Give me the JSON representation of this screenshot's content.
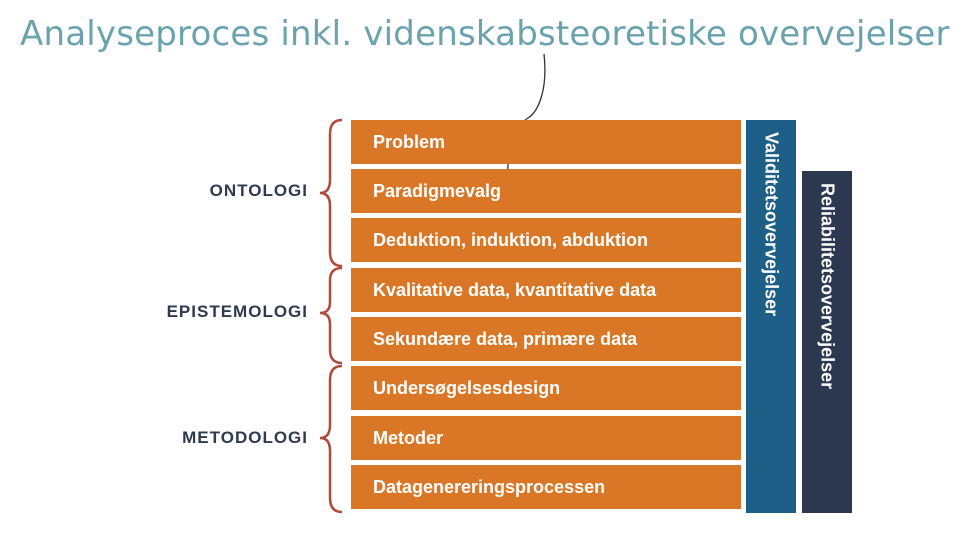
{
  "title": "Analyseproces inkl. videnskabsteoretiske overvejelser",
  "groups": [
    {
      "label": "ONTOLOGI"
    },
    {
      "label": "EPISTEMOLOGI"
    },
    {
      "label": "METODOLOGI"
    }
  ],
  "steps": [
    {
      "label": "Problem"
    },
    {
      "label": "Paradigmevalg"
    },
    {
      "label": "Deduktion, induktion, abduktion"
    },
    {
      "label": "Kvalitative data, kvantitative data"
    },
    {
      "label": "Sekundære data, primære data"
    },
    {
      "label": "Undersøgelsesdesign"
    },
    {
      "label": "Metoder"
    },
    {
      "label": "Datagenereringsprocessen"
    }
  ],
  "side_boxes": {
    "validity": "Validitetsovervejelser",
    "reliability": "Reliabilitetsovervejelser"
  },
  "colors": {
    "title": "#6aa3ae",
    "step_fill": "#d97726",
    "validity_fill": "#1e5f87",
    "reliability_fill": "#2c3750",
    "brace": "#b04a3a",
    "group_text": "#2f3a4f"
  }
}
